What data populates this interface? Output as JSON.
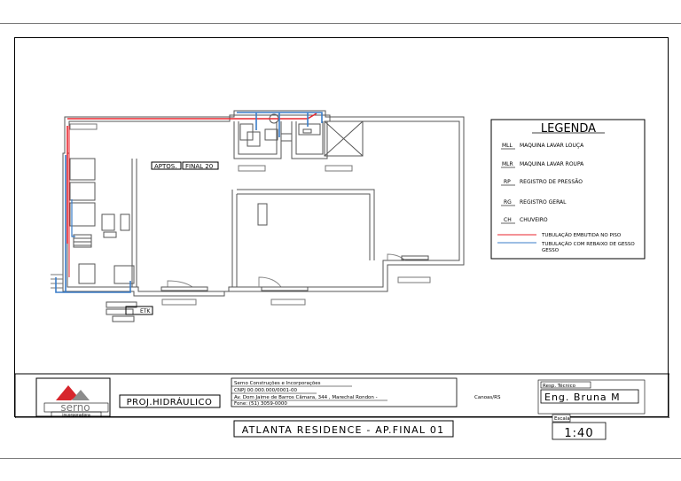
{
  "legend": {
    "title": "LEGENDA",
    "items": [
      {
        "code": "MLL",
        "text": "MAQUINA LAVAR LOUÇA"
      },
      {
        "code": "MLR",
        "text": "MAQUINA LAVAR ROUPA"
      },
      {
        "code": "RP",
        "text": "REGISTRO DE PRESSÃO"
      },
      {
        "code": "RG",
        "text": "REGISTRO GERAL"
      },
      {
        "code": "CH",
        "text": "CHUVEIRO"
      }
    ],
    "pipes": [
      {
        "color": "#e8262e",
        "text": "TUBULAÇÃO EMBUTIDA NO PISO"
      },
      {
        "color": "#3a7dc8",
        "text": "TUBULAÇÃO COM REBAIXO DE GESSO"
      }
    ]
  },
  "plan": {
    "unit_label": {
      "a": "APTOS.",
      "b": "FINAL 20"
    },
    "label_etk": "ETK"
  },
  "title_block": {
    "logo_name": "serno",
    "logo_sub": "incorporadora",
    "project_type": "PROJ.HIDRÁULICO",
    "company_lines": [
      "Serno Construções e Incorporações",
      "CNPJ 00.000.000/0001-00",
      "Av. Dom Jaime de Barros Câmara, 344 , Marechal Rondon -",
      "Fone: (51) 3059-0000"
    ],
    "city": "Canoas/RS",
    "project_name": "ATLANTA RESIDENCE - AP.FINAL 01",
    "resp_label": "Resp. Técnico",
    "resp_name": "Eng. Bruna M",
    "scale_label": "Escala",
    "scale_value": "1:40"
  },
  "colors": {
    "pipe_floor": "#e8262e",
    "pipe_ceiling": "#3a7dc8",
    "logo_red": "#d7262d",
    "logo_grey": "#8c8c8c"
  }
}
